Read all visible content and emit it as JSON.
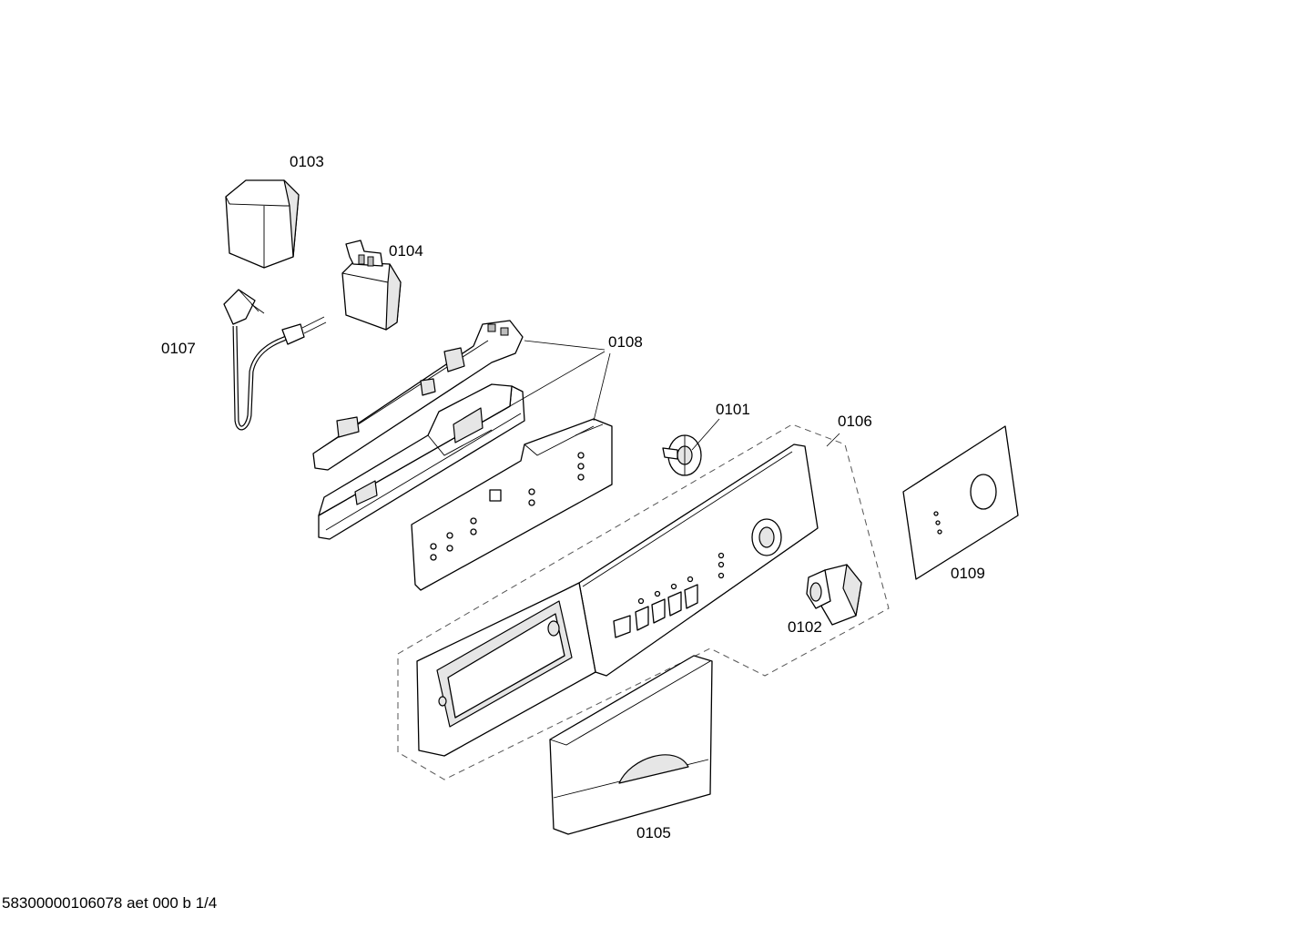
{
  "labels": {
    "p0101": "0101",
    "p0102": "0102",
    "p0103": "0103",
    "p0104": "0104",
    "p0105": "0105",
    "p0106": "0106",
    "p0107": "0107",
    "p0108": "0108",
    "p0109": "0109"
  },
  "footer": "58300000106078 aet 000 b 1/4"
}
